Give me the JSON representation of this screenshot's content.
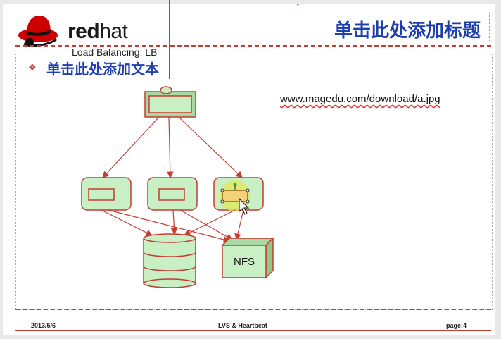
{
  "header": {
    "brand_bold": "red",
    "brand_light": "hat",
    "title": "单击此处添加标题"
  },
  "content": {
    "subtitle": "Load Balancing: LB",
    "bullet": "单击此处添加文本",
    "url": "www.magedu.com/download/a.jpg",
    "storage_label": "NFS"
  },
  "footer": {
    "date": "2013/5/6",
    "center": "LVS & Heartbeat",
    "page": "page:4"
  },
  "colors": {
    "accent_red": "#c63b32",
    "title_blue": "#1f3fae",
    "node_fill": "#c9efc4",
    "node_border": "#c63b32"
  }
}
